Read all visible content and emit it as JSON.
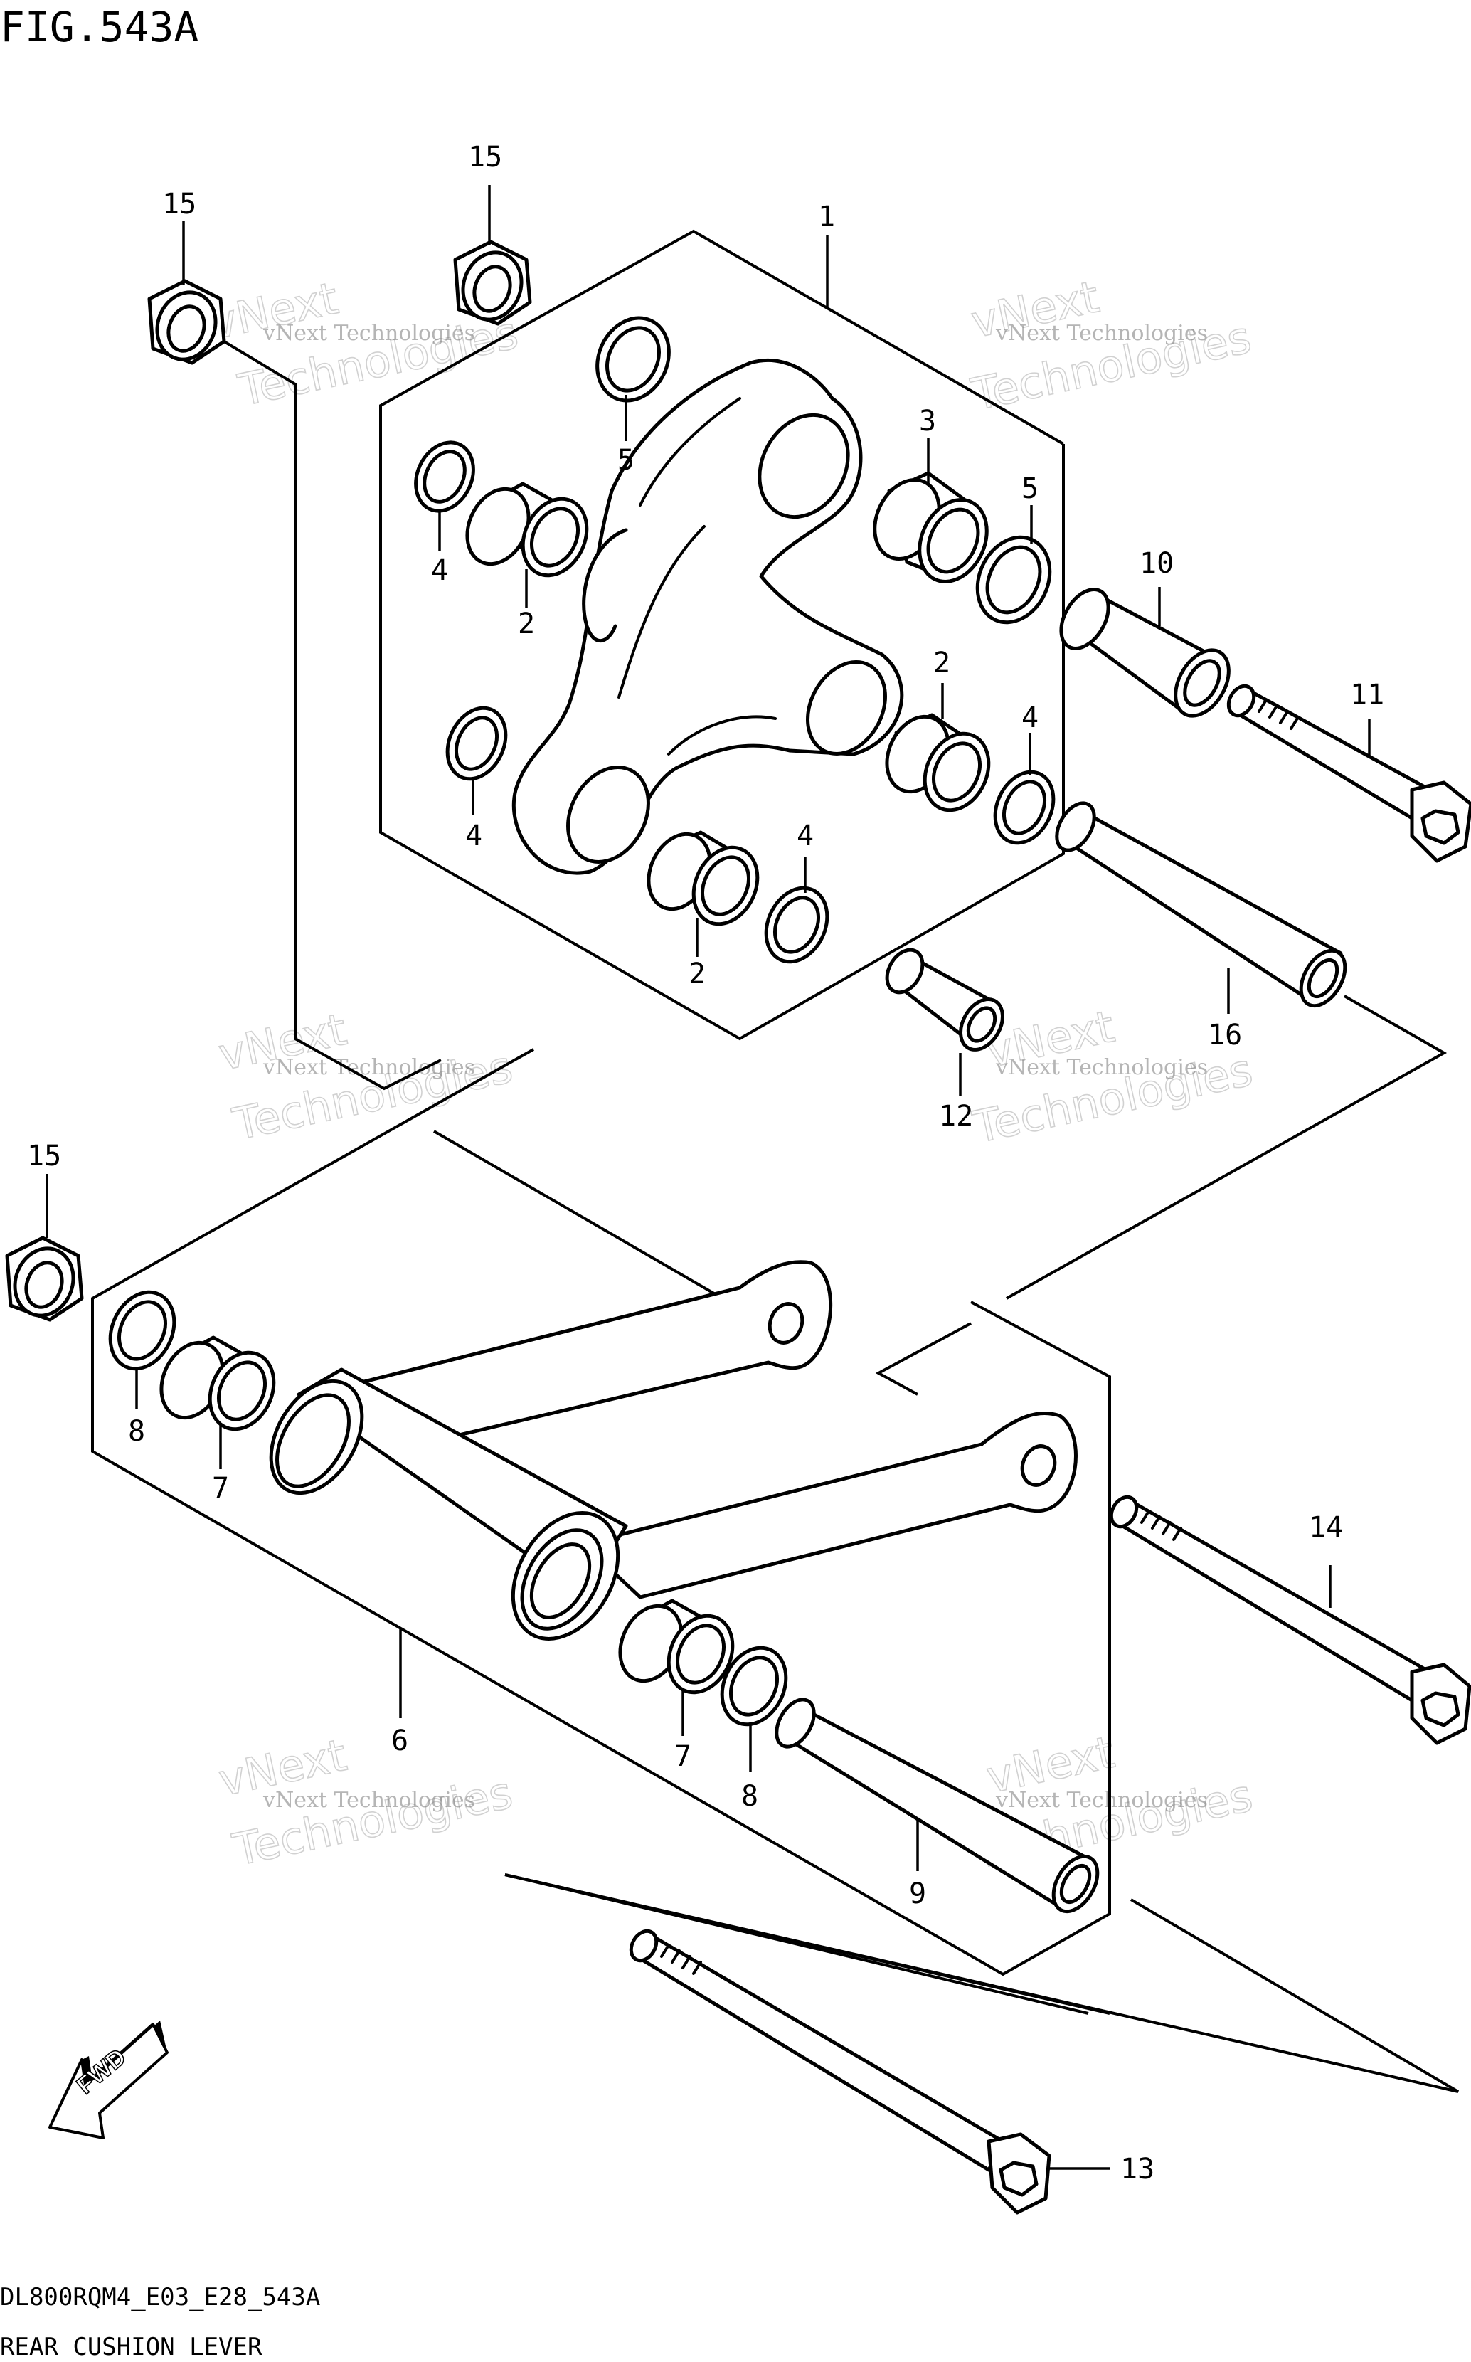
{
  "figure": {
    "title": "FIG.543A",
    "drawing_code": "DL800RQM4_E03_E28_543A",
    "caption": "REAR CUSHION LEVER"
  },
  "watermark": {
    "line1": "vNext Technologies",
    "line2": "vNext",
    "line3": "Technologies"
  },
  "direction_arrow": {
    "label": "FWD"
  },
  "callouts": {
    "p1": "1",
    "p2a": "2",
    "p2b": "2",
    "p2c": "2",
    "p3": "3",
    "p4a": "4",
    "p4b": "4",
    "p4c": "4",
    "p4d": "4",
    "p5a": "5",
    "p5b": "5",
    "p6": "6",
    "p7a": "7",
    "p7b": "7",
    "p8a": "8",
    "p8b": "8",
    "p9": "9",
    "p10": "10",
    "p11": "11",
    "p12": "12",
    "p13": "13",
    "p14": "14",
    "p15a": "15",
    "p15b": "15",
    "p15c": "15",
    "p16": "16"
  }
}
